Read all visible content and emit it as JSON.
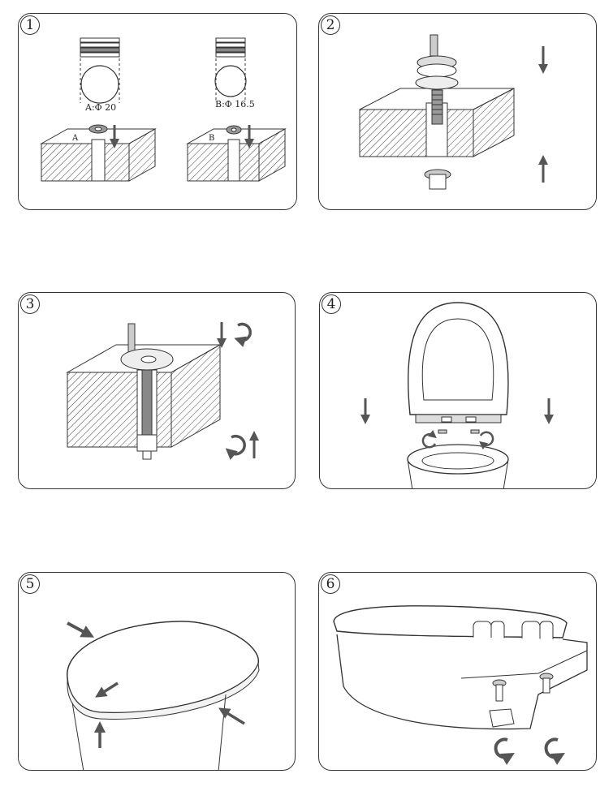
{
  "steps": [
    {
      "number": "1"
    },
    {
      "number": "2"
    },
    {
      "number": "3"
    },
    {
      "number": "4"
    },
    {
      "number": "5"
    },
    {
      "number": "6"
    }
  ],
  "step1": {
    "option_a_label": "A:Φ 20",
    "option_b_label": "B:Φ 16.5",
    "block_a_letter": "A",
    "block_b_letter": "B"
  },
  "colors": {
    "line": "#333333",
    "arrow": "#555555",
    "paper": "#ffffff"
  },
  "icons": [
    "arrow-down-icon",
    "arrow-up-icon",
    "rotate-clockwise-icon",
    "rotate-counterclockwise-icon",
    "toilet-seat-icon",
    "toilet-bowl-icon",
    "hinge-bolt-icon"
  ]
}
